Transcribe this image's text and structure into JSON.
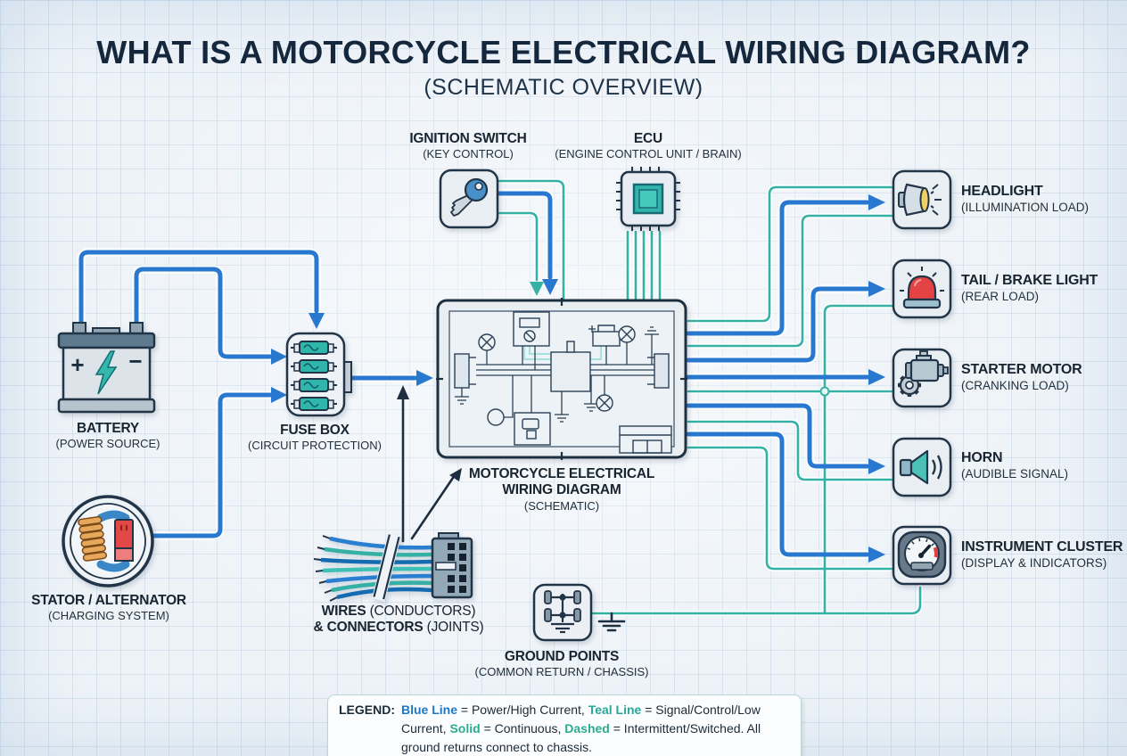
{
  "title": "WHAT IS A MOTORCYCLE ELECTRICAL WIRING DIAGRAM?",
  "subtitle": "(SCHEMATIC OVERVIEW)",
  "components": {
    "ignition": {
      "name": "IGNITION SWITCH",
      "sub": "(KEY CONTROL)"
    },
    "ecu": {
      "name": "ECU",
      "sub": "(ENGINE CONTROL UNIT / BRAIN)"
    },
    "battery": {
      "name": "BATTERY",
      "sub": "(POWER SOURCE)",
      "plus": "+",
      "minus": "−"
    },
    "fusebox": {
      "name": "FUSE BOX",
      "sub": "(CIRCUIT PROTECTION)"
    },
    "stator": {
      "name": "STATOR / ALTERNATOR",
      "sub": "(CHARGING SYSTEM)"
    },
    "schematic": {
      "name_line1": "MOTORCYCLE ELECTRICAL",
      "name_line2": "WIRING DIAGRAM",
      "sub": "(SCHEMATIC)"
    },
    "wires": {
      "name_bold1": "WIRES",
      "name_reg1": " (CONDUCTORS)",
      "name_bold2": "& CONNECTORS",
      "name_reg2": " (JOINTS)"
    },
    "ground": {
      "name": "GROUND POINTS",
      "sub": "(COMMON RETURN / CHASSIS)"
    },
    "headlight": {
      "name": "HEADLIGHT",
      "sub": "(ILLUMINATION LOAD)"
    },
    "taillight": {
      "name": "TAIL / BRAKE LIGHT",
      "sub": "(REAR LOAD)"
    },
    "starter": {
      "name": "STARTER MOTOR",
      "sub": "(CRANKING LOAD)"
    },
    "horn": {
      "name": "HORN",
      "sub": "(AUDIBLE SIGNAL)"
    },
    "cluster": {
      "name": "INSTRUMENT CLUSTER",
      "sub": "(DISPLAY & INDICATORS)"
    }
  },
  "legend": {
    "label": "LEGEND:",
    "blue_term": "Blue Line",
    "blue_def": " = Power/High Current, ",
    "teal_term": "Teal Line",
    "teal_def": " = Signal/Control/Low Current, ",
    "solid_term": "Solid",
    "solid_def": " = Continuous, ",
    "dashed_term": "Dashed",
    "dashed_def": " = Intermittent/Switched. All ground returns connect to chassis."
  },
  "colors": {
    "blue_wire": "#2878cf",
    "teal_wire": "#36b1a6",
    "dark": "#1d2e40",
    "panel_fill": "#e9eef3",
    "bg": "#eef3f8"
  }
}
